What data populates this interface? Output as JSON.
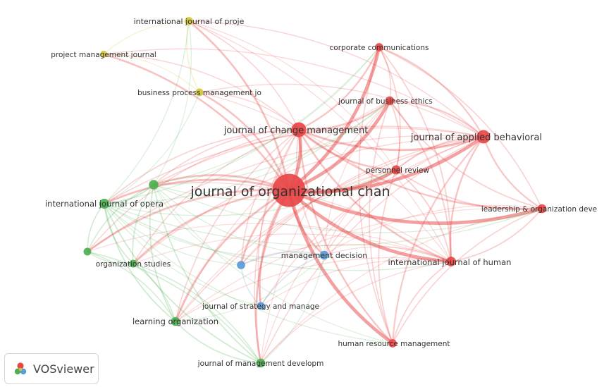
{
  "app": {
    "badge_label": "VOSviewer"
  },
  "cluster_colors": {
    "red": "#e84545",
    "green": "#4caf50",
    "yellow": "#d4c43a",
    "blue": "#5b9bd5"
  },
  "nodes": [
    {
      "id": "joc",
      "label": "journal of organizational chan",
      "cluster": "red",
      "weight": 1.0
    },
    {
      "id": "jcm",
      "label": "journal of change management",
      "cluster": "red",
      "weight": 0.35
    },
    {
      "id": "jab",
      "label": "journal of applied behavioral",
      "cluster": "red",
      "weight": 0.3
    },
    {
      "id": "cc",
      "label": "corporate communications",
      "cluster": "red",
      "weight": 0.12
    },
    {
      "id": "jbe",
      "label": "journal of business ethics",
      "cluster": "red",
      "weight": 0.14
    },
    {
      "id": "pr",
      "label": "personnel review",
      "cluster": "red",
      "weight": 0.15
    },
    {
      "id": "lod",
      "label": "leadership & organization deve",
      "cluster": "red",
      "weight": 0.14
    },
    {
      "id": "ijh",
      "label": "international journal of human",
      "cluster": "red",
      "weight": 0.17
    },
    {
      "id": "hrm",
      "label": "human resource management",
      "cluster": "red",
      "weight": 0.12
    },
    {
      "id": "ijp",
      "label": "international journal of proje",
      "cluster": "yellow",
      "weight": 0.12
    },
    {
      "id": "pmj",
      "label": "project management journal",
      "cluster": "yellow",
      "weight": 0.08
    },
    {
      "id": "bpm",
      "label": "business process management jo",
      "cluster": "yellow",
      "weight": 0.1
    },
    {
      "id": "ijo",
      "label": "international journal of opera",
      "cluster": "green",
      "weight": 0.18
    },
    {
      "id": "g1",
      "label": "",
      "cluster": "green",
      "weight": 0.16
    },
    {
      "id": "g2",
      "label": "",
      "cluster": "green",
      "weight": 0.1
    },
    {
      "id": "os",
      "label": "organization studies",
      "cluster": "green",
      "weight": 0.1
    },
    {
      "id": "lo",
      "label": "learning organization",
      "cluster": "green",
      "weight": 0.14
    },
    {
      "id": "jmd",
      "label": "journal of management developm",
      "cluster": "green",
      "weight": 0.14
    },
    {
      "id": "md",
      "label": "management decision",
      "cluster": "blue",
      "weight": 0.14
    },
    {
      "id": "b1",
      "label": "",
      "cluster": "blue",
      "weight": 0.12
    },
    {
      "id": "jsm",
      "label": "journal of strategy and manage",
      "cluster": "blue",
      "weight": 0.1
    }
  ]
}
